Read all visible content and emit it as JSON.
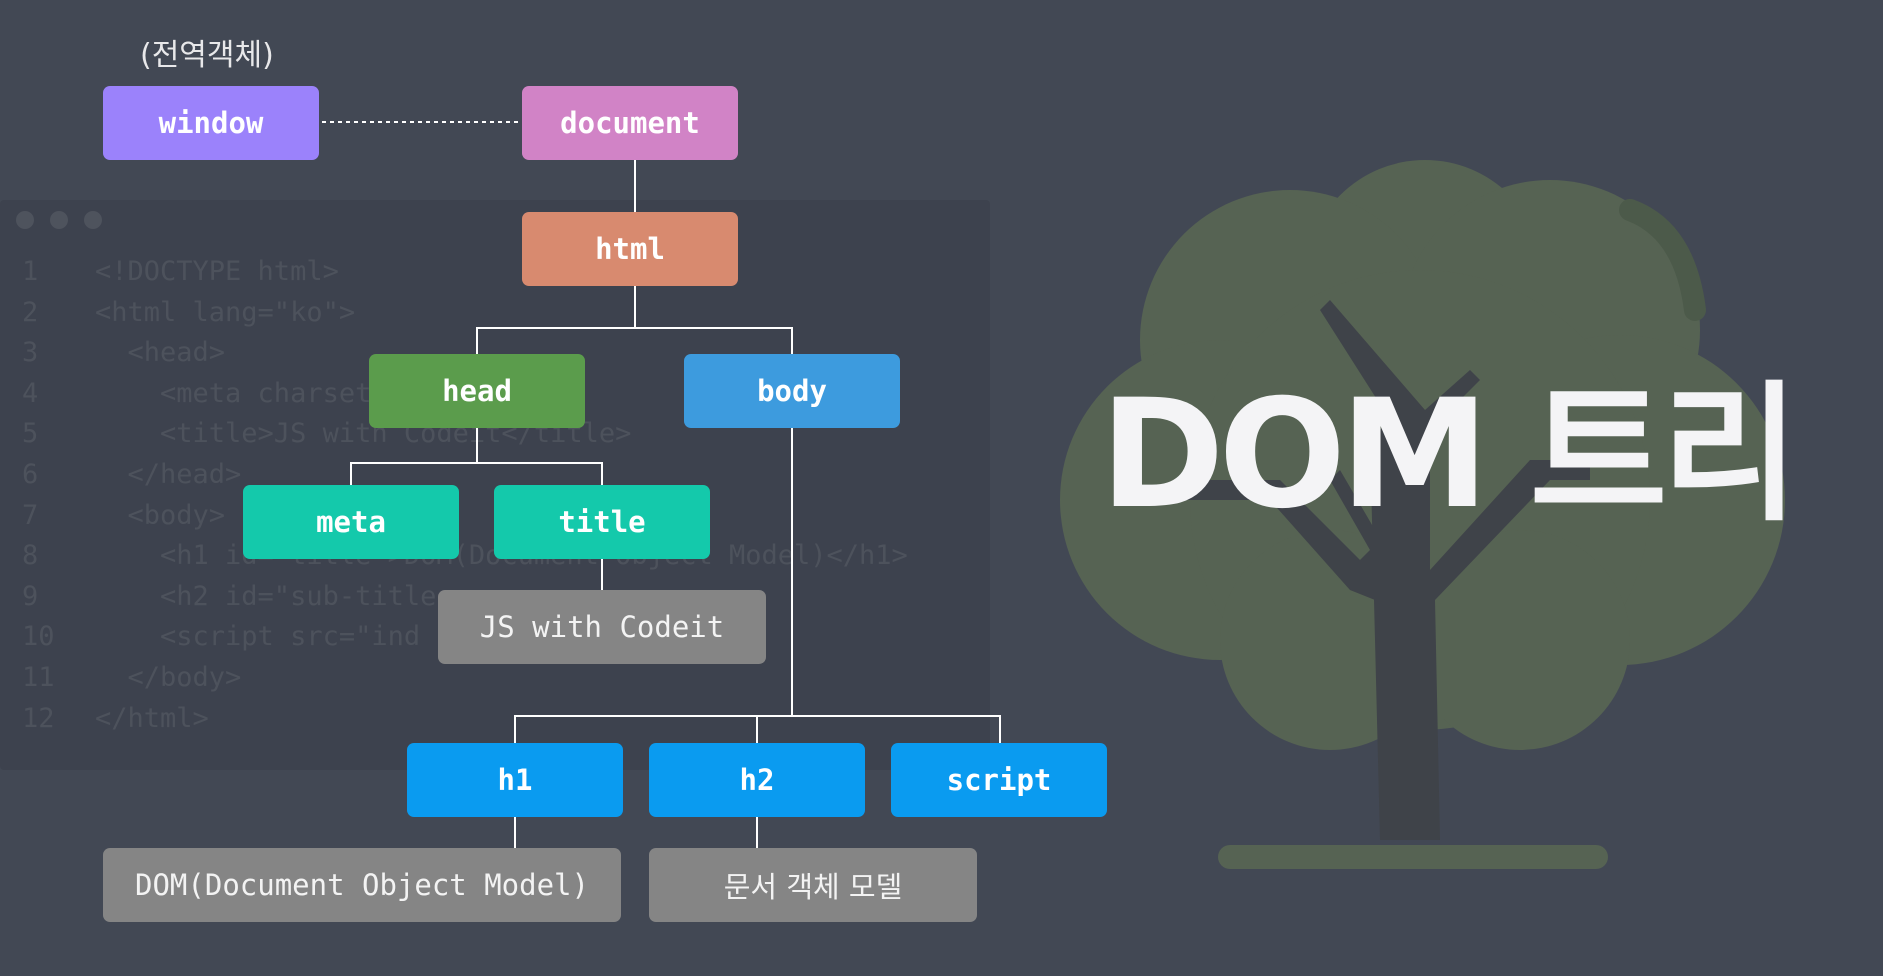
{
  "title": "DOM 트리",
  "global_object_note": "(전역객체)",
  "colors": {
    "background": "#424854",
    "window": "#9b82fb",
    "document": "#d183c6",
    "html": "#d88a6f",
    "head": "#5b9c4c",
    "body": "#3d9bde",
    "meta_title": "#14c9ab",
    "h_nodes": "#0a9bf0",
    "text_node": "#858585",
    "tree_foliage": "#566353",
    "tree_trunk": "#3f4349",
    "title_text": "#f4f4f6"
  },
  "nodes": {
    "window": "window",
    "document": "document",
    "html": "html",
    "head": "head",
    "body": "body",
    "meta": "meta",
    "title": "title",
    "title_text": "JS with Codeit",
    "h1": "h1",
    "h2": "h2",
    "script": "script",
    "h1_text": "DOM(Document Object Model)",
    "h2_text": "문서 객체 모델"
  },
  "code_lines": [
    {
      "n": "1",
      "t": "<!DOCTYPE html>"
    },
    {
      "n": "2",
      "t": "<html lang=\"ko\">"
    },
    {
      "n": "3",
      "t": "  <head>"
    },
    {
      "n": "4",
      "t": "    <meta charset"
    },
    {
      "n": "5",
      "t": "    <title>JS with Codeit</title>"
    },
    {
      "n": "6",
      "t": "  </head>"
    },
    {
      "n": "7",
      "t": "  <body>"
    },
    {
      "n": "8",
      "t": "    <h1 id=\"title\">DOM(Document Object Model)</h1>"
    },
    {
      "n": "9",
      "t": "    <h2 id=\"sub-title"
    },
    {
      "n": "10",
      "t": "    <script src=\"ind"
    },
    {
      "n": "11",
      "t": "  </body>"
    },
    {
      "n": "12",
      "t": "</html>"
    }
  ]
}
